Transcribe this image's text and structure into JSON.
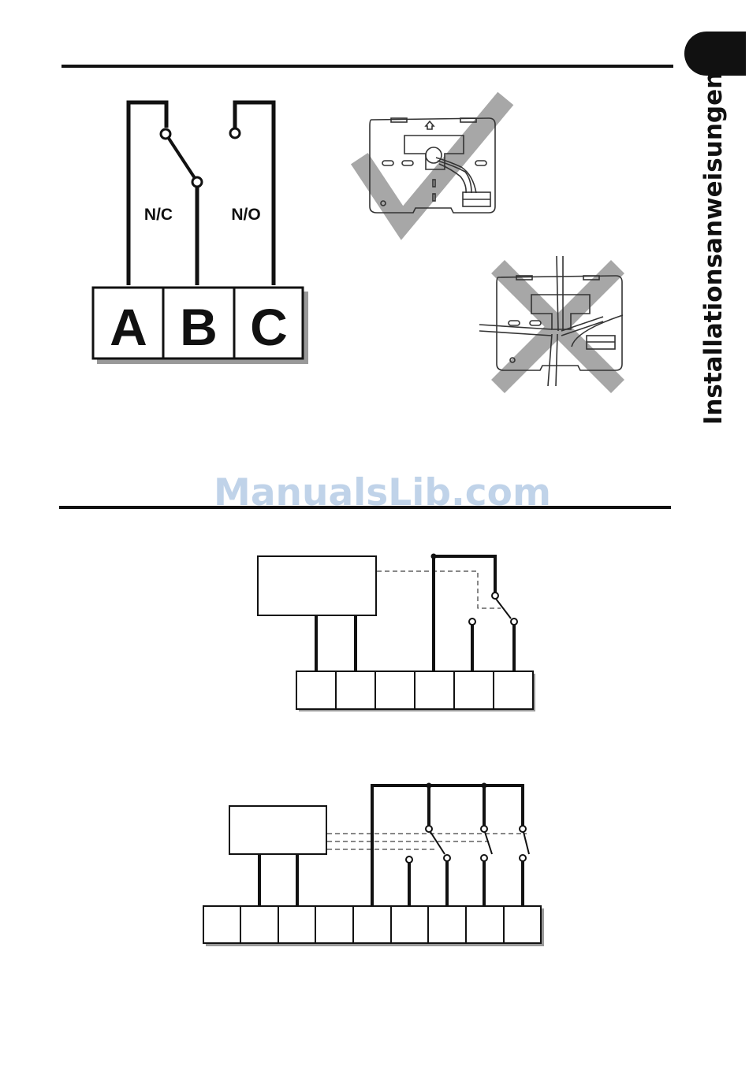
{
  "side_title": "Installationsanweisungen",
  "watermark": "ManualsLib.com",
  "relay_diagram": {
    "contact_labels": {
      "nc": "N/C",
      "no": "N/O"
    },
    "terminal_labels": [
      "A",
      "B",
      "C"
    ]
  },
  "colors": {
    "ink": "#111111",
    "check_mark": "#a7a7a7",
    "watermark": "#8cafd7"
  },
  "icons": [
    "check-mark-icon",
    "cross-mark-icon"
  ]
}
